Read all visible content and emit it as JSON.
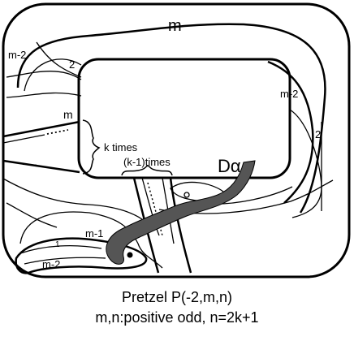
{
  "diagram": {
    "labels": {
      "m_top": "m",
      "m2_upper_left": "m-2",
      "two_upper_left": "2",
      "m_left": "m",
      "k_times": "k times",
      "km1_times": "(k-1)times",
      "d_alpha": "Dα",
      "m2_right": "m-2",
      "two_right": "2",
      "m1_lower": "m-1",
      "one_lower": "1",
      "m2_lower": "m-2"
    },
    "caption": {
      "line1": "Pretzel P(-2,m,n)",
      "line2": "m,n:positive odd, n=2k+1"
    },
    "colors": {
      "ink": "#000000",
      "band": "#555555"
    }
  }
}
